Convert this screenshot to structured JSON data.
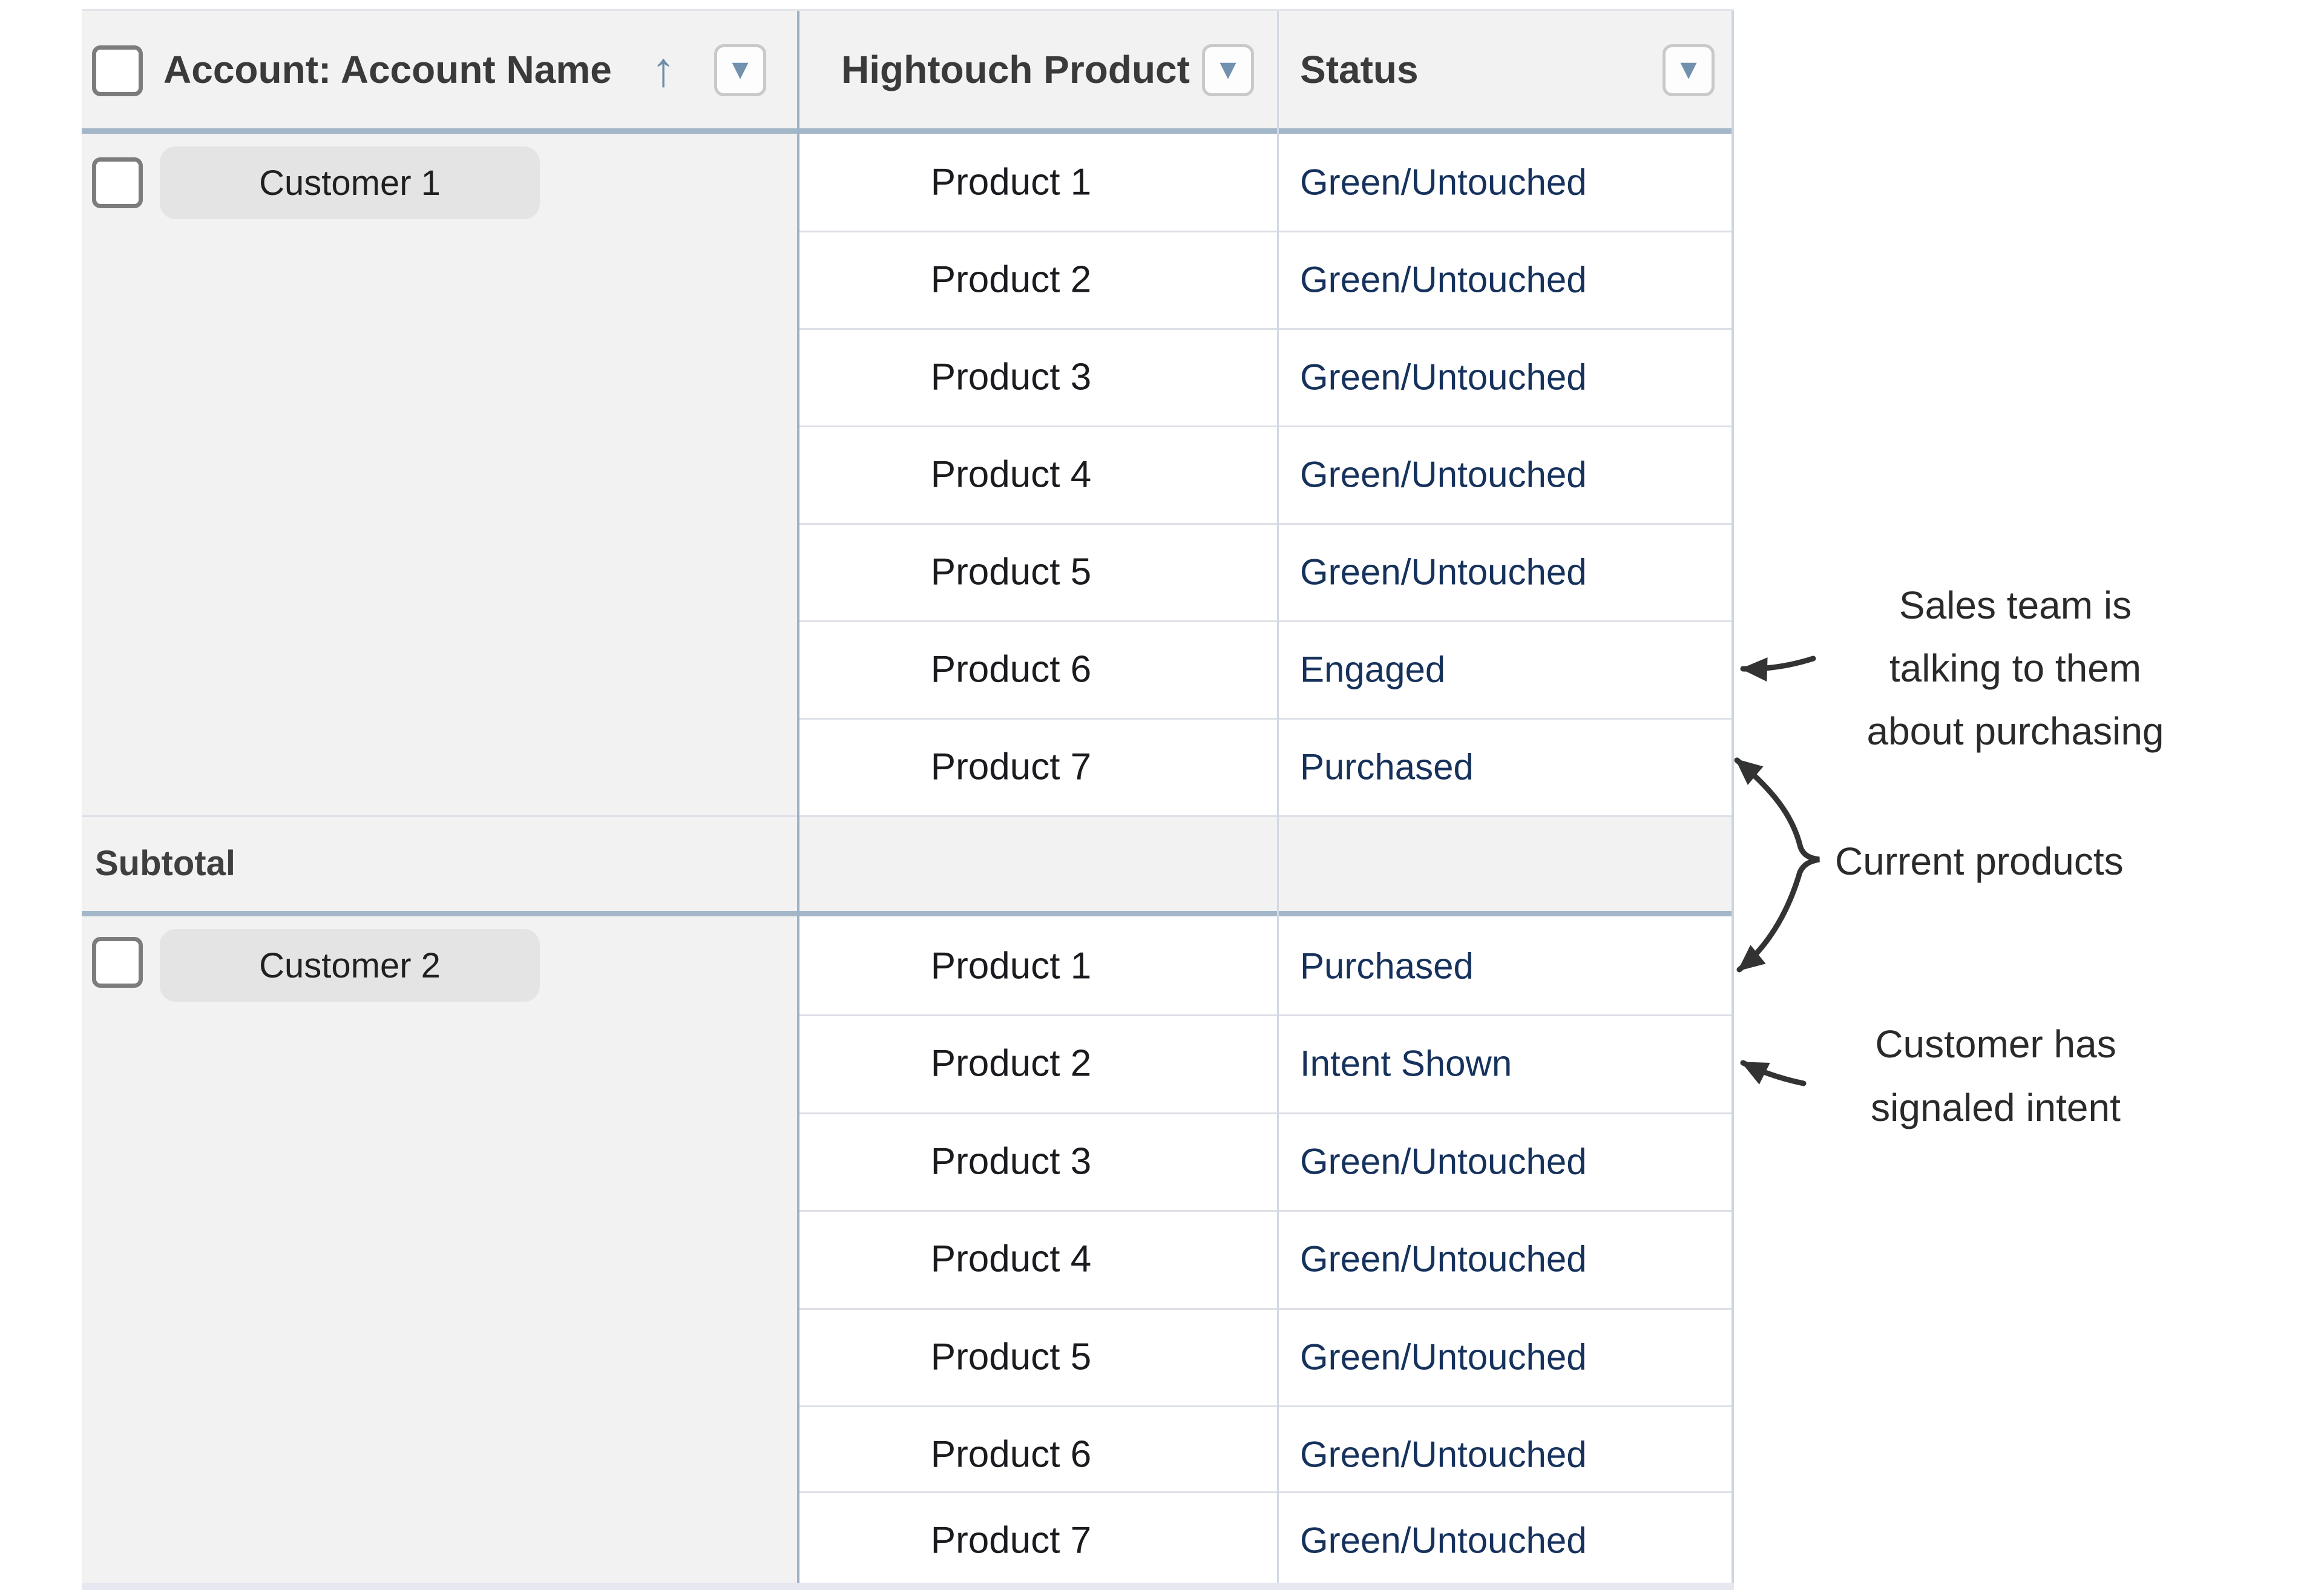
{
  "table": {
    "columns": [
      {
        "label": "Account: Account Name",
        "sorted": "ascending",
        "filter_button": true
      },
      {
        "label": "Hightouch Product",
        "filter_button": true
      },
      {
        "label": "Status",
        "filter_button": true
      }
    ],
    "select_all_checkbox": {
      "checked": false
    },
    "groups": [
      {
        "account": "Customer 1",
        "checkbox_checked": false,
        "rows": [
          {
            "product": "Product 1",
            "status": "Green/Untouched"
          },
          {
            "product": "Product 2",
            "status": "Green/Untouched"
          },
          {
            "product": "Product 3",
            "status": "Green/Untouched"
          },
          {
            "product": "Product 4",
            "status": "Green/Untouched"
          },
          {
            "product": "Product 5",
            "status": "Green/Untouched"
          },
          {
            "product": "Product 6",
            "status": "Engaged"
          },
          {
            "product": "Product 7",
            "status": "Purchased"
          }
        ],
        "subtotal_label": "Subtotal"
      },
      {
        "account": "Customer 2",
        "checkbox_checked": false,
        "rows": [
          {
            "product": "Product 1",
            "status": "Purchased"
          },
          {
            "product": "Product 2",
            "status": "Intent Shown"
          },
          {
            "product": "Product 3",
            "status": "Green/Untouched"
          },
          {
            "product": "Product 4",
            "status": "Green/Untouched"
          },
          {
            "product": "Product 5",
            "status": "Green/Untouched"
          },
          {
            "product": "Product 6",
            "status": "Green/Untouched"
          },
          {
            "product": "Product 7",
            "status": "Green/Untouched"
          }
        ]
      }
    ]
  },
  "annotations": {
    "sales_note": {
      "line1": "Sales team is",
      "line2": "talking to them",
      "line3": "about purchasing"
    },
    "current_products_note": {
      "label": "Current products"
    },
    "intent_note": {
      "line1": "Customer has",
      "line2": "signaled intent"
    }
  },
  "icons": {
    "sort_ascending": "↑",
    "filter_dropdown": "▼"
  },
  "colors": {
    "status_link": "#16325c",
    "header_text": "#3a3a3a",
    "body_text": "#1b1b1f",
    "table_bg": "#f2f2f2",
    "chip_bg": "#e4e4e4",
    "strong_border": "#a3b7c9",
    "light_border": "#dcdfe6",
    "column_border": "#9db2c6",
    "filter_triangle": "#7291ae",
    "sort_arrow": "#6e8dab",
    "annotation_text": "#2a2a2a",
    "arrow": "#333333",
    "scroll_strip": "#e7e7f2"
  }
}
